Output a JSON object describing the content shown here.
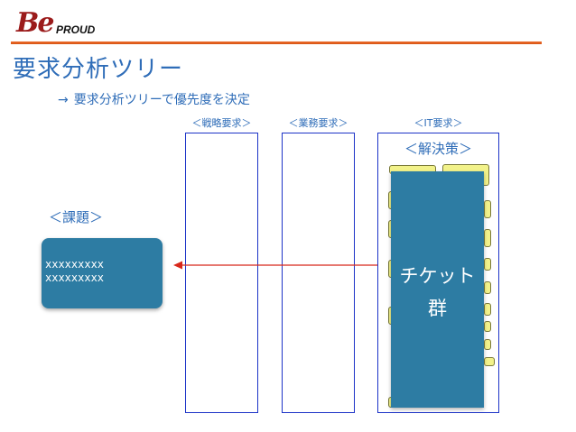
{
  "logo": {
    "mark": "Be",
    "brand": "PROUD"
  },
  "page": {
    "title": "要求分析ツリー",
    "subtitle_arrow": "→",
    "subtitle": "要求分析ツリーで優先度を決定"
  },
  "columns": {
    "strategy": "＜戦略要求＞",
    "business": "＜業務要求＞",
    "it": "＜IT要求＞"
  },
  "solution_label": "＜解決策＞",
  "issue_label": "＜課題＞",
  "issue_card": {
    "text": "xxxxxxxxx\nxxxxxxxxx"
  },
  "tickets": {
    "label": "チケット群"
  },
  "colors": {
    "accent_blue": "#2f6db8",
    "card_teal": "#2d7ca3",
    "header_rule": "#e0601f",
    "arrow_red": "#d8281b",
    "column_border": "#1c33c7",
    "sticky_yellow": "#f2f28a"
  }
}
